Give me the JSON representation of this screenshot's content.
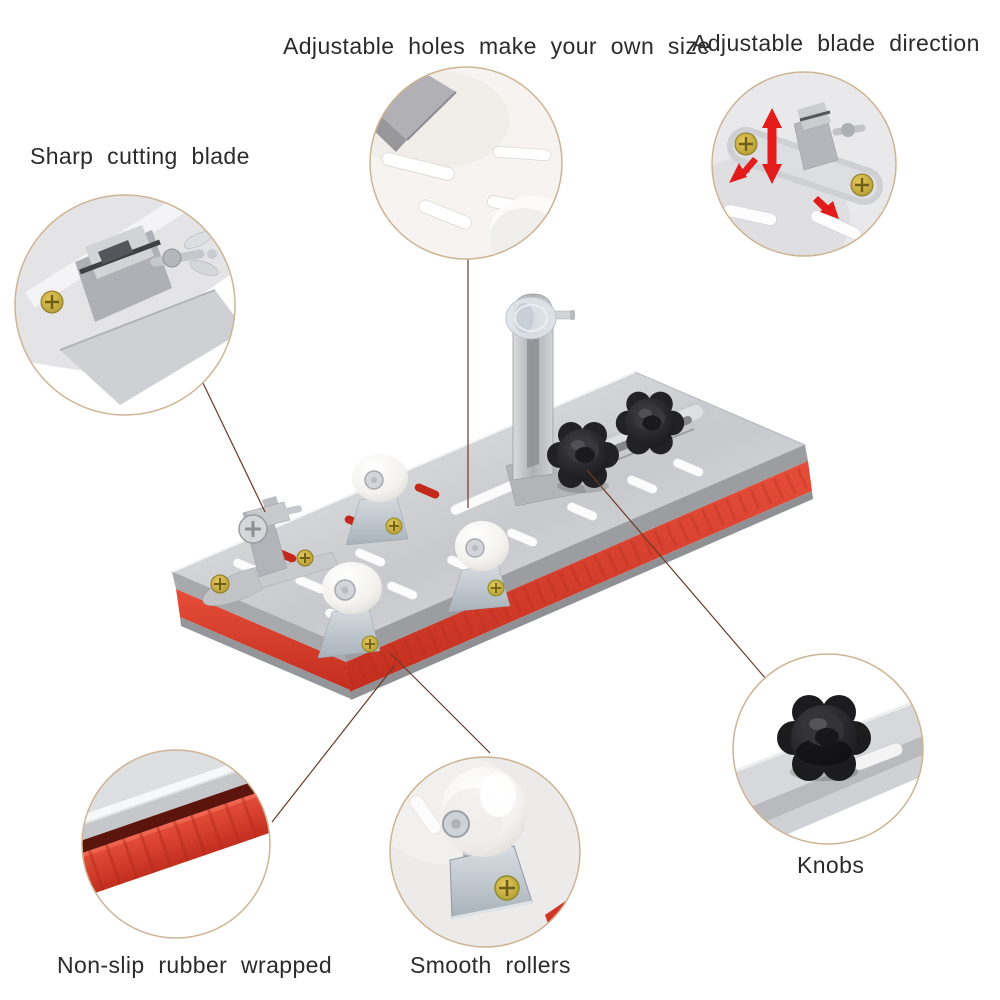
{
  "callouts": [
    {
      "id": "sharp-blade",
      "label": "Sharp cutting blade"
    },
    {
      "id": "holes",
      "label": "Adjustable holes make your own size"
    },
    {
      "id": "blade-direction",
      "label": "Adjustable blade direction"
    },
    {
      "id": "knobs",
      "label": "Knobs"
    },
    {
      "id": "rubber",
      "label": "Non-slip rubber wrapped"
    },
    {
      "id": "rollers",
      "label": "Smooth rollers"
    }
  ],
  "colors": {
    "background": "#ffffff",
    "text": "#2b2b2b",
    "callout_ring": "#ccb494",
    "connector_line": "#6b3a28",
    "rubber_red": "#d63829",
    "arrow_red": "#e31b1b",
    "knob_black": "#1c1c1f",
    "steel_light": "#e6e6e8",
    "steel_mid": "#c6c7cb",
    "gold_screw": "#c2a835"
  }
}
